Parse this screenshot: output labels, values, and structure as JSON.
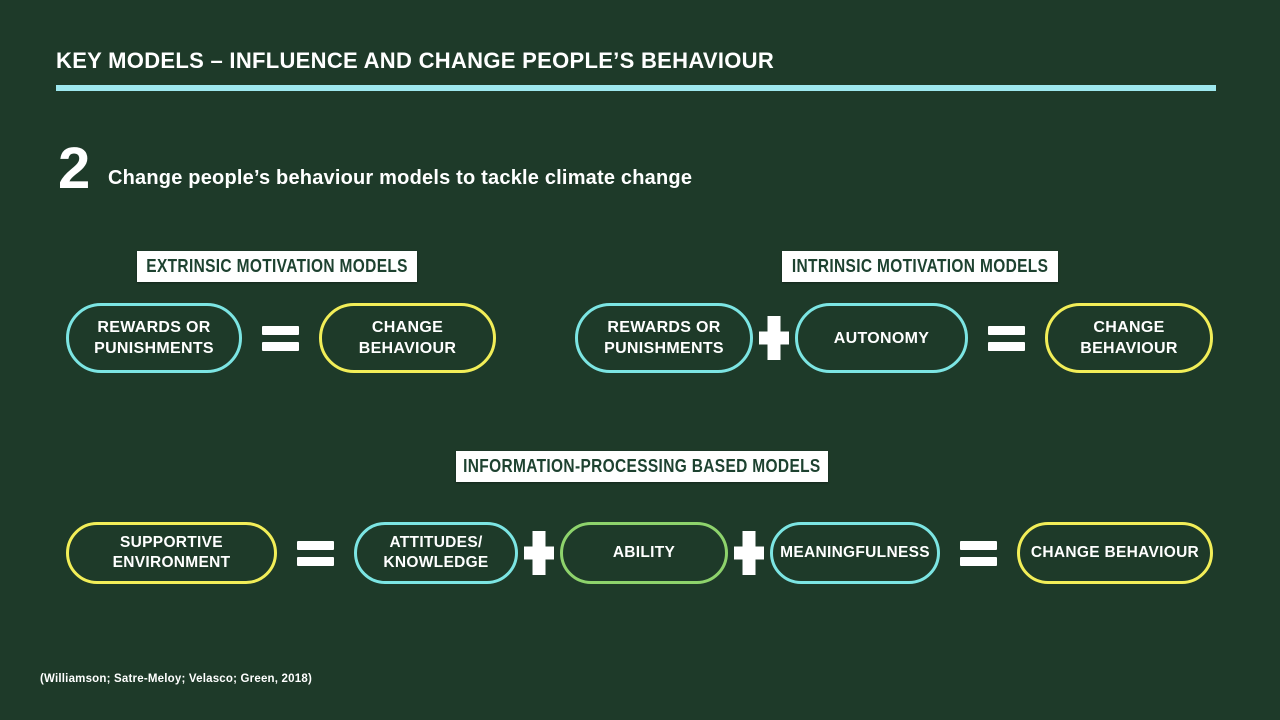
{
  "slide": {
    "title": "KEY MODELS – INFLUENCE AND CHANGE PEOPLE’S BEHAVIOUR",
    "step_number": "2",
    "step_text": "Change people’s behaviour models to tackle climate change",
    "citation": "(Williamson; Satre-Meloy; Velasco; Green, 2018)"
  },
  "colors": {
    "background": "#1e3a29",
    "underline": "#9ee8ee",
    "teal": "#7ce5e3",
    "yellow": "#f2ee58",
    "green": "#8ed36c",
    "label_text": "#1d4230",
    "label_background": "#ffffff",
    "text": "#ffffff"
  },
  "sections": [
    {
      "id": "extrinsic",
      "label": "EXTRINSIC MOTIVATION MODELS",
      "formula": [
        {
          "type": "pill",
          "lines": [
            "REWARDS OR",
            "PUNISHMENTS"
          ],
          "color": "teal"
        },
        {
          "type": "operator",
          "operator": "equals"
        },
        {
          "type": "pill",
          "lines": [
            "CHANGE",
            "BEHAVIOUR"
          ],
          "color": "yellow"
        }
      ]
    },
    {
      "id": "intrinsic",
      "label": "INTRINSIC MOTIVATION MODELS",
      "formula": [
        {
          "type": "pill",
          "lines": [
            "REWARDS OR",
            "PUNISHMENTS"
          ],
          "color": "teal"
        },
        {
          "type": "operator",
          "operator": "plus"
        },
        {
          "type": "pill",
          "lines": [
            "AUTONOMY"
          ],
          "color": "teal"
        },
        {
          "type": "operator",
          "operator": "equals"
        },
        {
          "type": "pill",
          "lines": [
            "CHANGE",
            "BEHAVIOUR"
          ],
          "color": "yellow"
        }
      ]
    },
    {
      "id": "information-processing",
      "label": "INFORMATION-PROCESSING BASED MODELS",
      "formula": [
        {
          "type": "pill",
          "lines": [
            "SUPPORTIVE",
            "ENVIRONMENT"
          ],
          "color": "yellow"
        },
        {
          "type": "operator",
          "operator": "equals"
        },
        {
          "type": "pill",
          "lines": [
            "ATTITUDES/",
            "KNOWLEDGE"
          ],
          "color": "teal"
        },
        {
          "type": "operator",
          "operator": "plus"
        },
        {
          "type": "pill",
          "lines": [
            "ABILITY"
          ],
          "color": "green"
        },
        {
          "type": "operator",
          "operator": "plus"
        },
        {
          "type": "pill",
          "lines": [
            "MEANINGFULNESS"
          ],
          "color": "teal"
        },
        {
          "type": "operator",
          "operator": "equals"
        },
        {
          "type": "pill",
          "lines": [
            "CHANGE BEHAVIOUR"
          ],
          "color": "yellow"
        }
      ]
    }
  ]
}
